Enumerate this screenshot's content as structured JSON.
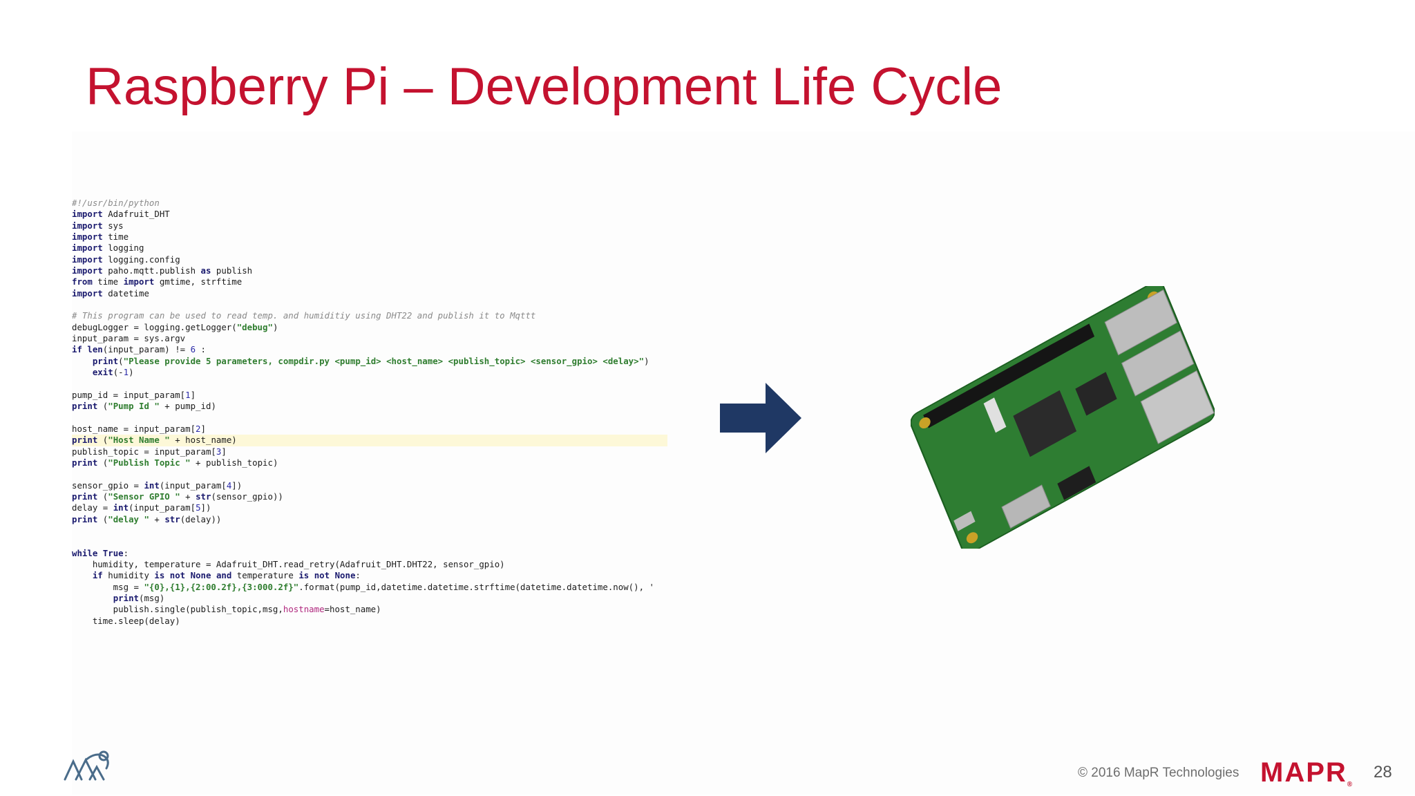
{
  "slide": {
    "title": "Raspberry Pi – Development Life Cycle",
    "footer": {
      "copyright": "© 2016 MapR Technologies",
      "brand": "MAPR",
      "brand_mark": "®",
      "page_number": "28"
    },
    "colors": {
      "title": "#c4122f",
      "arrow": "#1f3864",
      "board": "#2e7d32",
      "brand": "#c4122f"
    },
    "icons": {
      "arrow": "right-arrow-icon",
      "board": "raspberry-pi-board-image",
      "logo": "elephant-logo-icon"
    }
  },
  "code": {
    "lines": [
      "#!/usr/bin/python",
      "import Adafruit_DHT",
      "import sys",
      "import time",
      "import logging",
      "import logging.config",
      "import paho.mqtt.publish as publish",
      "from time import gmtime, strftime",
      "import datetime",
      "",
      "# This program can be used to read temp. and humiditiy using DHT22 and publish it to Mqttt",
      "debugLogger = logging.getLogger(\"debug\")",
      "input_param = sys.argv",
      "if len(input_param) != 6 :",
      "    print(\"Please provide 5 parameters, compdir.py <pump_id> <host_name> <publish_topic> <sensor_gpio> <delay>\")",
      "    exit(-1)",
      "",
      "pump_id = input_param[1]",
      "print (\"Pump Id \" + pump_id)",
      "",
      "host_name = input_param[2]",
      "print (\"Host Name \" + host_name)",
      "publish_topic = input_param[3]",
      "print (\"Publish Topic \" + publish_topic)",
      "",
      "sensor_gpio = int(input_param[4])",
      "print (\"Sensor GPIO \" + str(sensor_gpio))",
      "delay = int(input_param[5])",
      "print (\"delay \" + str(delay))",
      "",
      "",
      "while True:",
      "    humidity, temperature = Adafruit_DHT.read_retry(Adafruit_DHT.DHT22, sensor_gpio)",
      "    if humidity is not None and temperature is not None:",
      "        msg = \"{0},{1},{2:00.2f},{3:000.2f}\".format(pump_id,datetime.datetime.strftime(datetime.datetime.now(), '",
      "        print(msg)",
      "        publish.single(publish_topic,msg,hostname=host_name)",
      "    time.sleep(delay)"
    ],
    "highlighted_line": 21
  }
}
